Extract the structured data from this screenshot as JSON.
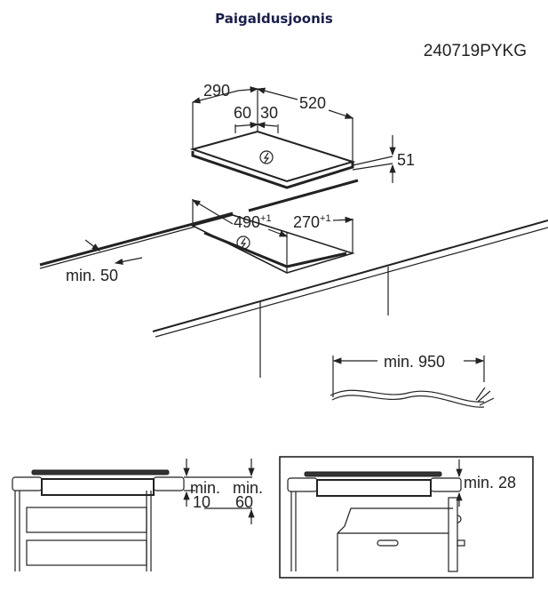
{
  "title": "Paigaldusjoonis",
  "code": "240719PYKG",
  "dimensions": {
    "width_290": "290",
    "depth_520": "520",
    "d_60": "60",
    "d_30": "30",
    "height_51": "51",
    "cutout_490": "490",
    "cutout_490_tol": "+1",
    "cutout_270": "270",
    "cutout_270_tol": "+1",
    "min_50": "min. 50",
    "cable_min_950": "min. 950"
  },
  "bottom_left": {
    "min_a": "min.",
    "val_a": "10",
    "min_b": "min.",
    "val_b": "60"
  },
  "bottom_right": {
    "min_28": "min. 28"
  }
}
